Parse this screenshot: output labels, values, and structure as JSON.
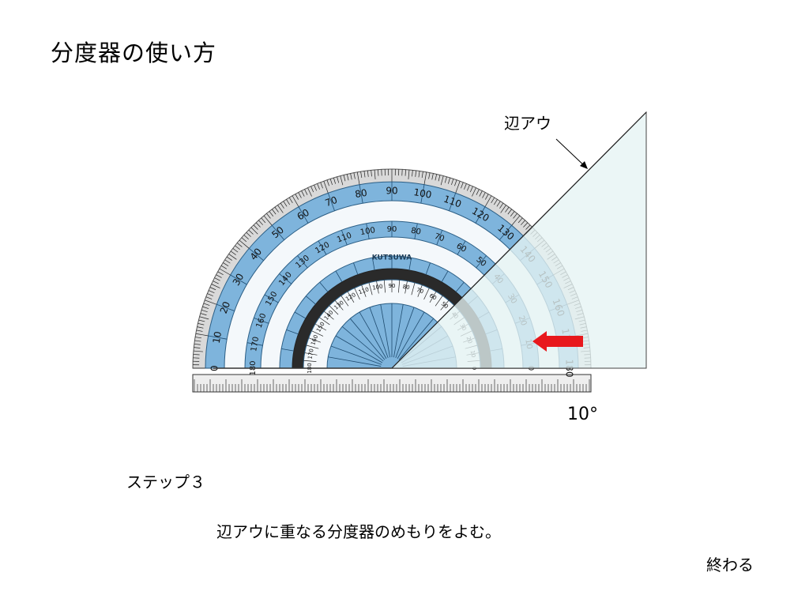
{
  "title": "分度器の使い方",
  "figure": {
    "edge_label": "辺アウ",
    "angle_readout": "10°",
    "protractor_brand": "KUTSUWA",
    "reading_value": 10,
    "colors": {
      "scale_blue": "#7eb4dc",
      "band_white": "#f4f8fb",
      "triangle_fill": "#e6f3f4",
      "arrow": "#e8181c",
      "tick": "#222222"
    }
  },
  "step": {
    "label": "ステップ３"
  },
  "instruction": "辺アウに重なる分度器のめもりをよむ。",
  "nav": {
    "end_label": "終わる"
  }
}
